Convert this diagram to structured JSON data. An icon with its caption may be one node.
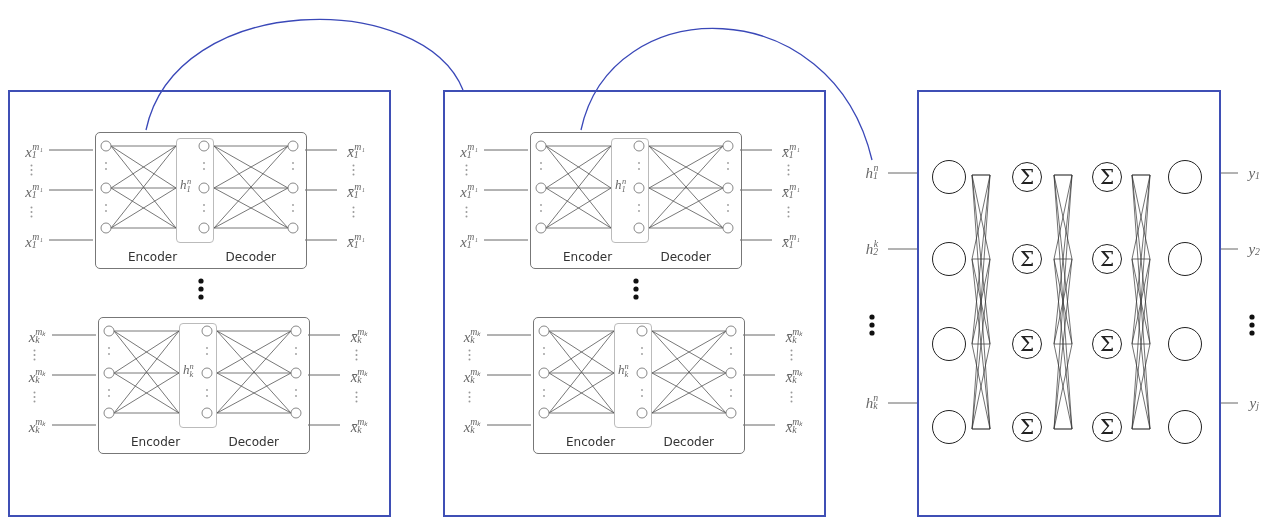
{
  "diagram": {
    "nodes": [
      {
        "text": [],
        "shape": "box"
      },
      {
        "text": [
          "Encoder",
          "Decoder"
        ],
        "in": 0
      },
      {
        "text": [
          "h$_{1}$$^{n}$"
        ],
        "in": 1
      },
      {
        "text": [
          "Encoder",
          "Decoder"
        ],
        "in": 0
      },
      {
        "text": [
          "h$_{k}$$^{n}$"
        ],
        "in": 3
      },
      {
        "text": [
          "x$_{1}$$^{m₁}$"
        ],
        "in": 0
      },
      {
        "text": [
          "x$_{1}$$^{m₁}$"
        ],
        "in": 0
      },
      {
        "text": [
          "x$_{1}$$^{m₁}$"
        ],
        "in": 0
      },
      {
        "text": [
          "x̄$_{1}$$^{m₁}$"
        ],
        "in": 0
      },
      {
        "text": [
          "x̄$_{1}$$^{m₁}$"
        ],
        "in": 0
      },
      {
        "text": [
          "x̄$_{1}$$^{m₁}$"
        ],
        "in": 0
      },
      {
        "text": [
          "x$_{k}$$^{mₖ}$"
        ],
        "in": 0
      },
      {
        "text": [
          "x$_{k}$$^{mₖ}$"
        ],
        "in": 0
      },
      {
        "text": [
          "x$_{k}$$^{mₖ}$"
        ],
        "in": 0
      },
      {
        "text": [
          "x̄$_{k}$$^{mₖ}$"
        ],
        "in": 0
      },
      {
        "text": [
          "x̄$_{k}$$^{mₖ}$"
        ],
        "in": 0
      },
      {
        "text": [
          "x̄$_{k}$$^{mₖ}$"
        ],
        "in": 0
      },
      {
        "text": [],
        "shape": "box"
      },
      {
        "text": [
          "Encoder",
          "Decoder"
        ],
        "in": 17
      },
      {
        "text": [
          "h$_{1}$$^{n}$"
        ],
        "in": 18
      },
      {
        "text": [
          "Encoder",
          "Decoder"
        ],
        "in": 17
      },
      {
        "text": [
          "h$_{k}$$^{n}$"
        ],
        "in": 20
      },
      {
        "text": [
          "x$_{1}$$^{m₁}$"
        ],
        "in": 17
      },
      {
        "text": [
          "x$_{1}$$^{m₁}$"
        ],
        "in": 17
      },
      {
        "text": [
          "x$_{1}$$^{m₁}$"
        ],
        "in": 17
      },
      {
        "text": [
          "x̄$_{1}$$^{m₁}$"
        ],
        "in": 17
      },
      {
        "text": [
          "x̄$_{1}$$^{m₁}$"
        ],
        "in": 17
      },
      {
        "text": [
          "x̄$_{1}$$^{m₁}$"
        ],
        "in": 17
      },
      {
        "text": [
          "x$_{k}$$^{mₖ}$"
        ],
        "in": 17
      },
      {
        "text": [
          "x$_{k}$$^{mₖ}$"
        ],
        "in": 17
      },
      {
        "text": [
          "x$_{k}$$^{mₖ}$"
        ],
        "in": 17
      },
      {
        "text": [
          "x̄$_{k}$$^{mₖ}$"
        ],
        "in": 17
      },
      {
        "text": [
          "x̄$_{k}$$^{mₖ}$"
        ],
        "in": 17
      },
      {
        "text": [
          "x̄$_{k}$$^{mₖ}$"
        ],
        "in": 17
      },
      {
        "text": [],
        "shape": "box"
      },
      {
        "text": [
          "h$_{1}$$^{n}$"
        ]
      },
      {
        "text": [
          "h$_{2}$$^{k}$"
        ]
      },
      {
        "text": [
          "h$_{k}$$^{n}$"
        ]
      },
      {
        "text": [
          "y$_{1}$"
        ]
      },
      {
        "text": [
          "y$_{2}$"
        ]
      },
      {
        "text": [
          "y$_{j}$"
        ]
      },
      {
        "text": [],
        "shape": "circle",
        "in": 34
      },
      {
        "text": [],
        "shape": "circle",
        "in": 34
      },
      {
        "text": [],
        "shape": "circle",
        "in": 34
      },
      {
        "text": [],
        "shape": "circle",
        "in": 34
      },
      {
        "text": [
          "Σ"
        ],
        "in": 34
      },
      {
        "text": [
          "Σ"
        ],
        "in": 34
      },
      {
        "text": [
          "Σ"
        ],
        "in": 34
      },
      {
        "text": [
          "Σ"
        ],
        "in": 34
      },
      {
        "text": [
          "Σ"
        ],
        "in": 34
      },
      {
        "text": [
          "Σ"
        ],
        "in": 34
      },
      {
        "text": [
          "Σ"
        ],
        "in": 34
      },
      {
        "text": [
          "Σ"
        ],
        "in": 34
      },
      {
        "text": [],
        "shape": "circle",
        "in": 34
      },
      {
        "text": [],
        "shape": "circle",
        "in": 34
      },
      {
        "text": [],
        "shape": "circle",
        "in": 34
      },
      {
        "text": [],
        "shape": "circle",
        "in": 34
      }
    ],
    "edges": [
      {
        "from": 5,
        "to": 1,
        "arrow": "none"
      },
      {
        "from": 6,
        "to": 1,
        "arrow": "none"
      },
      {
        "from": 7,
        "to": 1,
        "arrow": "none"
      },
      {
        "from": 1,
        "to": 8,
        "arrow": "none"
      },
      {
        "from": 1,
        "to": 9,
        "arrow": "none"
      },
      {
        "from": 1,
        "to": 10,
        "arrow": "none"
      },
      {
        "from": 11,
        "to": 3,
        "arrow": "none"
      },
      {
        "from": 12,
        "to": 3,
        "arrow": "none"
      },
      {
        "from": 13,
        "to": 3,
        "arrow": "none"
      },
      {
        "from": 3,
        "to": 14,
        "arrow": "none"
      },
      {
        "from": 3,
        "to": 15,
        "arrow": "none"
      },
      {
        "from": 3,
        "to": 16,
        "arrow": "none"
      },
      {
        "from": 22,
        "to": 18,
        "arrow": "none"
      },
      {
        "from": 23,
        "to": 18,
        "arrow": "none"
      },
      {
        "from": 24,
        "to": 18,
        "arrow": "none"
      },
      {
        "from": 18,
        "to": 25,
        "arrow": "none"
      },
      {
        "from": 18,
        "to": 26,
        "arrow": "none"
      },
      {
        "from": 18,
        "to": 27,
        "arrow": "none"
      },
      {
        "from": 28,
        "to": 20,
        "arrow": "none"
      },
      {
        "from": 29,
        "to": 20,
        "arrow": "none"
      },
      {
        "from": 30,
        "to": 20,
        "arrow": "none"
      },
      {
        "from": 20,
        "to": 31,
        "arrow": "none"
      },
      {
        "from": 20,
        "to": 32,
        "arrow": "none"
      },
      {
        "from": 20,
        "to": 33,
        "arrow": "none"
      },
      {
        "from": 35,
        "to": 34,
        "arrow": "none"
      },
      {
        "from": 36,
        "to": 34,
        "arrow": "none"
      },
      {
        "from": 37,
        "to": 34,
        "arrow": "none"
      },
      {
        "from": 34,
        "to": 38,
        "arrow": "none"
      },
      {
        "from": 34,
        "to": 39,
        "arrow": "none"
      },
      {
        "from": 34,
        "to": 40,
        "arrow": "none"
      },
      {
        "from": 1,
        "to": 17,
        "arrow": "none",
        "color": "#3a48b8"
      },
      {
        "from": 18,
        "to": 35,
        "arrow": "none",
        "color": "#3a48b8"
      }
    ]
  }
}
